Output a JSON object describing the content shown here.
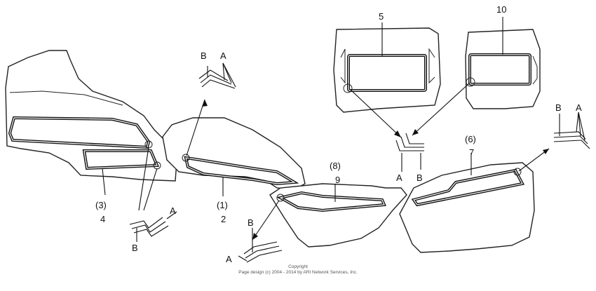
{
  "labels": {
    "p1": "(1)",
    "p2": "2",
    "p3": "(3)",
    "p4": "4",
    "p5": "5",
    "p6": "(6)",
    "p7": "7",
    "p8": "(8)",
    "p9": "9",
    "p10": "10"
  },
  "layers": {
    "a": "A",
    "b": "B"
  },
  "copyright": {
    "line1": "Copyright",
    "line2": "Page design (c) 2004 - 2014 by ARI Network Services, Inc."
  }
}
